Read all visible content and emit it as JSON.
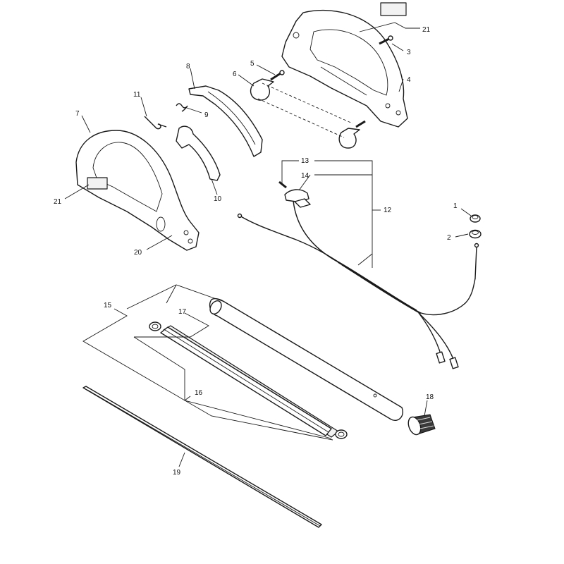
{
  "labels": {
    "l1": "1",
    "l2": "2",
    "l3": "3",
    "l4": "4",
    "l5": "5",
    "l6": "6",
    "l7": "7",
    "l8": "8",
    "l9": "9",
    "l10": "10",
    "l11": "11",
    "l12": "12",
    "l13": "13",
    "l14": "14",
    "l15": "15",
    "l16": "16",
    "l17": "17",
    "l18": "18",
    "l19": "19",
    "l20": "20",
    "l21a": "21",
    "l21b": "21"
  }
}
